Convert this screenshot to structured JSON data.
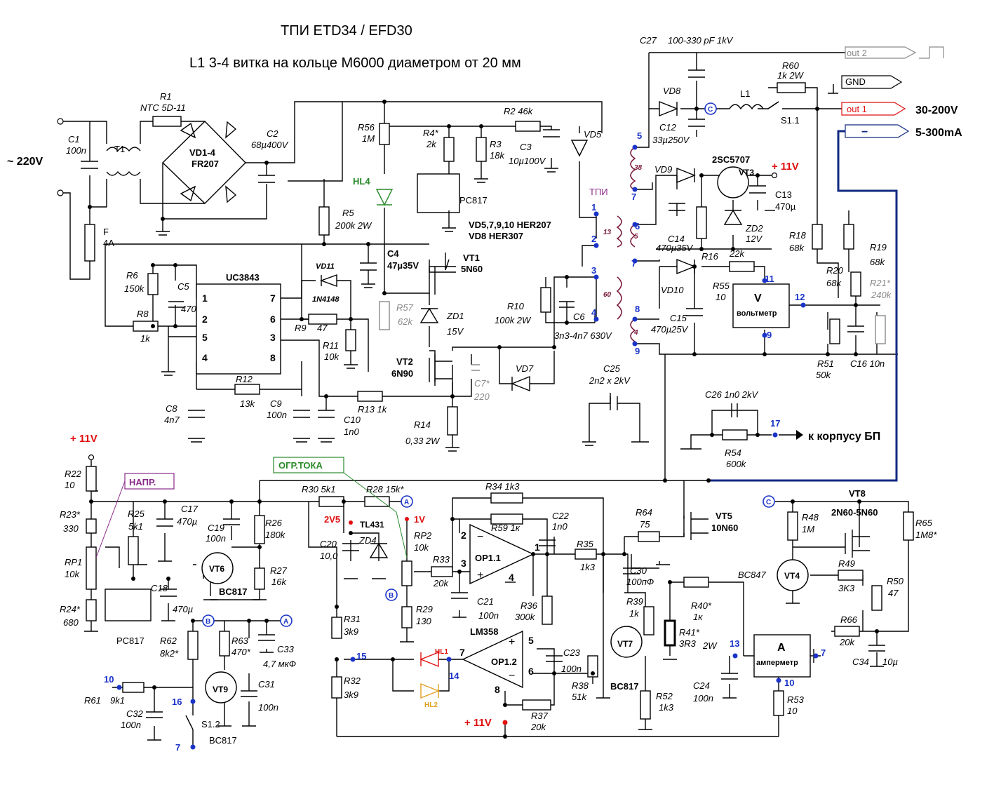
{
  "header": {
    "title_line1": "ТПИ   ETD34 / EFD30",
    "title_line2": "L1   3-4 витка на кольце М6000 диаметром от 20 мм"
  },
  "inputs": {
    "mains": "~ 220V",
    "out_voltage": "30-200V",
    "out_current": "5-300mA",
    "to_case": "к корпусу БП"
  },
  "terminals": {
    "out2": "out 2",
    "gnd": "GND",
    "out1": "out 1",
    "minus": "−"
  },
  "tags": {
    "napr": "НАПР.",
    "ogr_toka": "ОГР.ТОКА",
    "v2v5": "2V5",
    "v1v": "1V",
    "plus11v": "+ 11V"
  },
  "chips": {
    "uc3843": "UC3843",
    "voltmeter_v": "V",
    "voltmeter": "вольтметр",
    "ammeter_a": "A",
    "ammeter": "амперметр",
    "op11": "OP1.1",
    "op12": "OP1.2",
    "lm358": "LM358",
    "uc_pins": [
      "1",
      "2",
      "5",
      "4",
      "7",
      "6",
      "3",
      "8"
    ]
  },
  "transformer": {
    "name": "ТПИ",
    "w38": "38",
    "w13": "13",
    "w5": "5",
    "w60": "60",
    "w4": "4"
  },
  "nodes": [
    "1",
    "2",
    "3",
    "4",
    "5",
    "6",
    "7",
    "7",
    "8",
    "9",
    "9",
    "10",
    "10",
    "11",
    "12",
    "13",
    "14",
    "15",
    "16",
    "17",
    "7",
    "7"
  ],
  "circles": [
    "A",
    "B",
    "C"
  ],
  "components": {
    "c1": "C1",
    "c1v": "100n",
    "t1": "T1",
    "r1": "R1",
    "r1v": "NTC 5D-11",
    "vd14": "VD1-4",
    "vd14v": "FR207",
    "c2": "C2",
    "c2v": "68µ400V",
    "f": "F",
    "fv": "4A",
    "r56": "R56",
    "r56v": "1M",
    "hl4": "HL4",
    "r5": "R5",
    "r5v": "200k 2W",
    "r4": "R4*",
    "r4v": "2k",
    "pc817a": "PC817",
    "r3": "R3",
    "r3v": "18k",
    "r2": "R2 46k",
    "c3": "C3",
    "c3v": "10µ100V",
    "vd5": "VD5",
    "diodes1": "VD5,7,9,10     HER207",
    "diodes2": "VD8      HER307",
    "c4": "C4",
    "c4v": "47µ35V",
    "vt1": "VT1",
    "vt1v": "5N60",
    "r6": "R6",
    "r6v": "150k",
    "c5": "C5",
    "c5v": "470",
    "r8": "R8",
    "r8v": "1k",
    "vd11": "VD11",
    "vd11v": "1N4148",
    "r9": "R9",
    "r9v": "47",
    "r11": "R11",
    "r11v": "10k",
    "r57": "R57",
    "r57v": "62k",
    "zd1": "ZD1",
    "zd1v": "15V",
    "r10": "R10",
    "r10v": "100k  2W",
    "c6": "C6",
    "c6v": "3n3-4n7  630V",
    "vt2": "VT2",
    "vt2v": "6N90",
    "vd7": "VD7",
    "c7": "C7*",
    "c7v": "220",
    "c8": "C8",
    "c8v": "4n7",
    "r12": "R12",
    "r12v": "13k",
    "c9": "C9",
    "c9v": "100n",
    "c10": "C10",
    "c10v": "1n0",
    "r13": "R13  1k",
    "r14": "R14",
    "r14v": "0,33  2W",
    "c25": "C25",
    "c25v": "2n2 x 2kV",
    "c27": "C27",
    "c27v": "100-330 pF  1kV",
    "vd8": "VD8",
    "c12": "C12",
    "c12v": "33µ250V",
    "l1": "L1",
    "r60": "R60",
    "r60v": "1k  2W",
    "s11": "S1.1",
    "vd9": "VD9",
    "vt3": "VT3",
    "vt3v": "2SC5707",
    "c13": "C13",
    "c13v": "470µ",
    "c14": "C14",
    "c14v": "470µ35V",
    "r16": "R16",
    "zd2": "ZD2",
    "zd2v": "12V",
    "r16v": "22k",
    "r18": "R18",
    "r18v": "68k",
    "r19": "R19",
    "r19v": "68k",
    "r20": "R20",
    "r20v": "68k",
    "r21": "R21*",
    "r21v": "240k",
    "vd10": "VD10",
    "r55": "R55",
    "r55v": "10",
    "c15": "C15",
    "c15v": "470µ25V",
    "r51": "R51",
    "r51v": "50k",
    "c16": "C16  10n",
    "c26": "C26   1n0  2kV",
    "r54": "R54",
    "r54v": "600k",
    "r22": "R22",
    "r22v": "10",
    "r23": "R23*",
    "r23v": "330",
    "rp1": "RP1",
    "rp1v": "10k",
    "r24": "R24*",
    "r24v": "680",
    "r25": "R25",
    "r25v": "5k1",
    "pc817b": "PC817",
    "c17": "C17",
    "c17v": "470µ",
    "c18": "C18",
    "c18v": "470µ",
    "c19": "C19",
    "c19v": "100n",
    "vt6": "VT6",
    "vt6v": "BC817",
    "r26": "R26",
    "r26v": "180k",
    "r27": "R27",
    "r27v": "16k",
    "r30": "R30   5k1",
    "r28": "R28  15k*",
    "tl431": "TL431",
    "zd4": "ZD4",
    "c20": "C20",
    "c20v": "10,0",
    "rp2": "RP2",
    "rp2v": "10k",
    "r33": "R33",
    "r33v": "20k",
    "c21": "C21",
    "c21v": "100n",
    "r29": "R29",
    "r29v": "130",
    "r34": "R34  1k3",
    "r59": "R59  1к",
    "c22": "C22",
    "c22v": "1n0",
    "r35": "R35",
    "r35v": "1k3",
    "r36": "R36",
    "r36v": "300k",
    "c23": "C23",
    "c23v": "100n",
    "r38": "R38",
    "r38v": "51k",
    "r37": "R37",
    "r37v": "20k",
    "r64": "R64",
    "r64v": "75",
    "vt5": "VT5",
    "vt5v": "10N60",
    "c30": "C30",
    "c30v": "100пФ",
    "r39": "R39",
    "r39v": "1k",
    "vt7": "VT7",
    "vt7v": "BC817",
    "r41": "R41*",
    "r41v": "3R3",
    "w2": "2W",
    "r40": "R40*",
    "r40v": "1к",
    "c24": "C24",
    "c24v": "100n",
    "r52": "R52",
    "r52v": "1k3",
    "r53": "R53",
    "r53v": "10",
    "vt8": "VT8",
    "vt8v": "2N60-5N60",
    "r48": "R48",
    "r48v": "1M",
    "r65": "R65",
    "r65v": "1M8*",
    "vt4": "VT4",
    "vt4v": "BC847",
    "r49": "R49",
    "r49v": "3K3",
    "r50": "R50",
    "r50v": "47",
    "r66": "R66",
    "r66v": "20k",
    "c34": "C34",
    "c34v": "10µ",
    "r31": "R31",
    "r31v": "3k9",
    "r32": "R32",
    "r32v": "3k9",
    "hl1": "HL1",
    "hl2": "HL2",
    "r62": "R62",
    "r62v": "8k2*",
    "r63": "R63",
    "r63v": "470*",
    "c33": "C33",
    "c33v": "4,7 мкФ",
    "r61": "R61",
    "r61v": "9k1",
    "vt9": "VT9",
    "vt9v": "BC817",
    "c31": "C31",
    "c31v": "100n",
    "c32": "C32",
    "c32v": "100n",
    "s12": "S1.2"
  }
}
